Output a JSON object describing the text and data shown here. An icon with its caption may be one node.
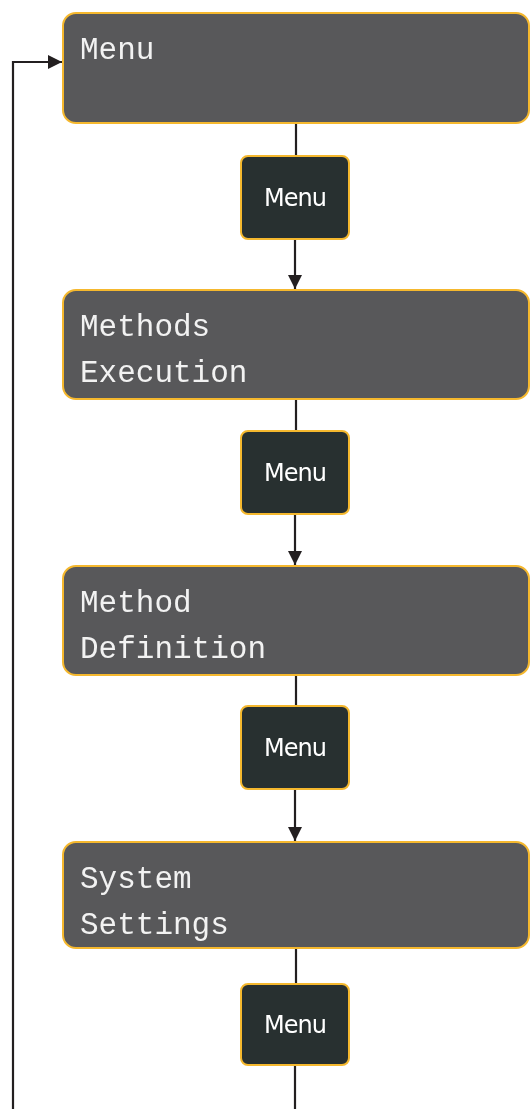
{
  "diagram": {
    "nodes": [
      {
        "text": [
          "Menu"
        ]
      },
      {
        "text": [
          "Methods Execution"
        ]
      },
      {
        "text": [
          "Method Definition"
        ]
      },
      {
        "text": [
          "System Settings"
        ]
      },
      {
        "text": [
          "Menu"
        ]
      },
      {
        "text": [
          "Menu"
        ]
      },
      {
        "text": [
          "Menu"
        ]
      },
      {
        "text": [
          "Menu"
        ]
      }
    ],
    "edges": [
      {
        "from": 0,
        "to": 4,
        "arrow": "none"
      },
      {
        "from": 4,
        "to": 1,
        "arrow": "to"
      },
      {
        "from": 1,
        "to": 5,
        "arrow": "none"
      },
      {
        "from": 5,
        "to": 2,
        "arrow": "to"
      },
      {
        "from": 2,
        "to": 6,
        "arrow": "none"
      },
      {
        "from": 6,
        "to": 3,
        "arrow": "to"
      },
      {
        "from": 3,
        "to": 7,
        "arrow": "none"
      },
      {
        "from": 7,
        "to": 0,
        "arrow": "to"
      }
    ]
  }
}
